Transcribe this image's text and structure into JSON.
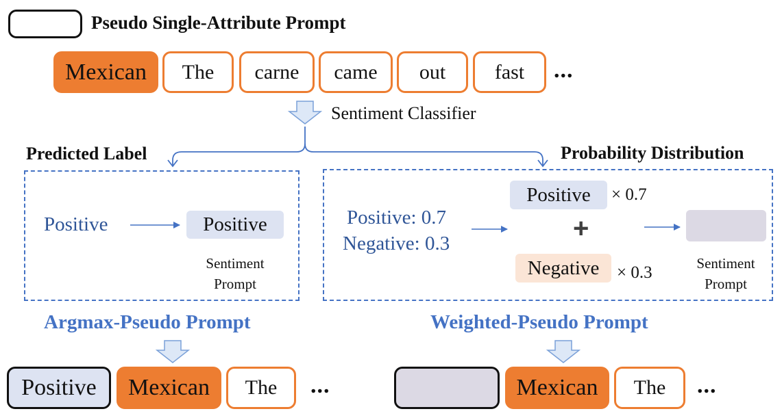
{
  "legend": {
    "title": "Pseudo Single-Attribute Prompt"
  },
  "top_row": {
    "attribute_token": "Mexican",
    "tokens": [
      "The",
      "carne",
      "came",
      "out",
      "fast"
    ],
    "ellipsis": "..."
  },
  "classifier_label": "Sentiment Classifier",
  "left_branch": {
    "title": "Predicted Label",
    "input": "Positive",
    "output": "Positive",
    "prompt_label_line1": "Sentiment",
    "prompt_label_line2": "Prompt",
    "method_title": "Argmax-Pseudo Prompt"
  },
  "right_branch": {
    "title": "Probability Distribution",
    "prob_positive": "Positive: 0.7",
    "prob_negative": "Negative: 0.3",
    "pos_pill": "Positive",
    "pos_weight": "× 0.7",
    "plus": "+",
    "neg_pill": "Negative",
    "neg_weight": "× 0.3",
    "prompt_label_line1": "Sentiment",
    "prompt_label_line2": "Prompt",
    "method_title": "Weighted-Pseudo Prompt"
  },
  "bottom_left": {
    "prompt_token": "Positive",
    "attribute_token": "Mexican",
    "token": "The",
    "ellipsis": "..."
  },
  "bottom_right": {
    "attribute_token": "Mexican",
    "token": "The",
    "ellipsis": "..."
  },
  "colors": {
    "orange": "#ed7d31",
    "blue_line": "#4472c4",
    "blue_text": "#2f5597",
    "pill_blue": "#dde3f2",
    "pill_peach": "#fbe5d6",
    "pill_gray": "#dcd9e4"
  }
}
